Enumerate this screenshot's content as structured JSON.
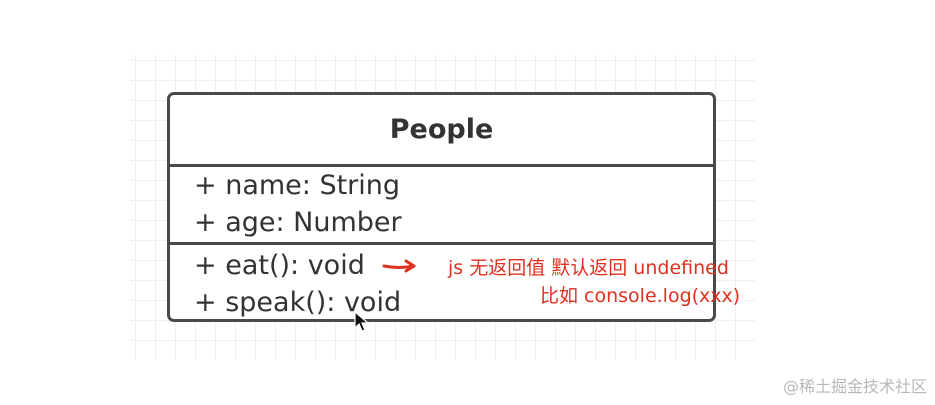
{
  "diagram": {
    "class_box": {
      "name": "People",
      "attributes": [
        "+ name: String",
        "+ age: Number"
      ],
      "methods": [
        "+ eat(): void",
        "+ speak(): void"
      ]
    },
    "annotation": {
      "line1": "js 无返回值 默认返回 undefined",
      "line2": "比如 console.log(xxx)",
      "color": "#e0301e"
    },
    "watermark": "@稀土掘金技术社区"
  }
}
